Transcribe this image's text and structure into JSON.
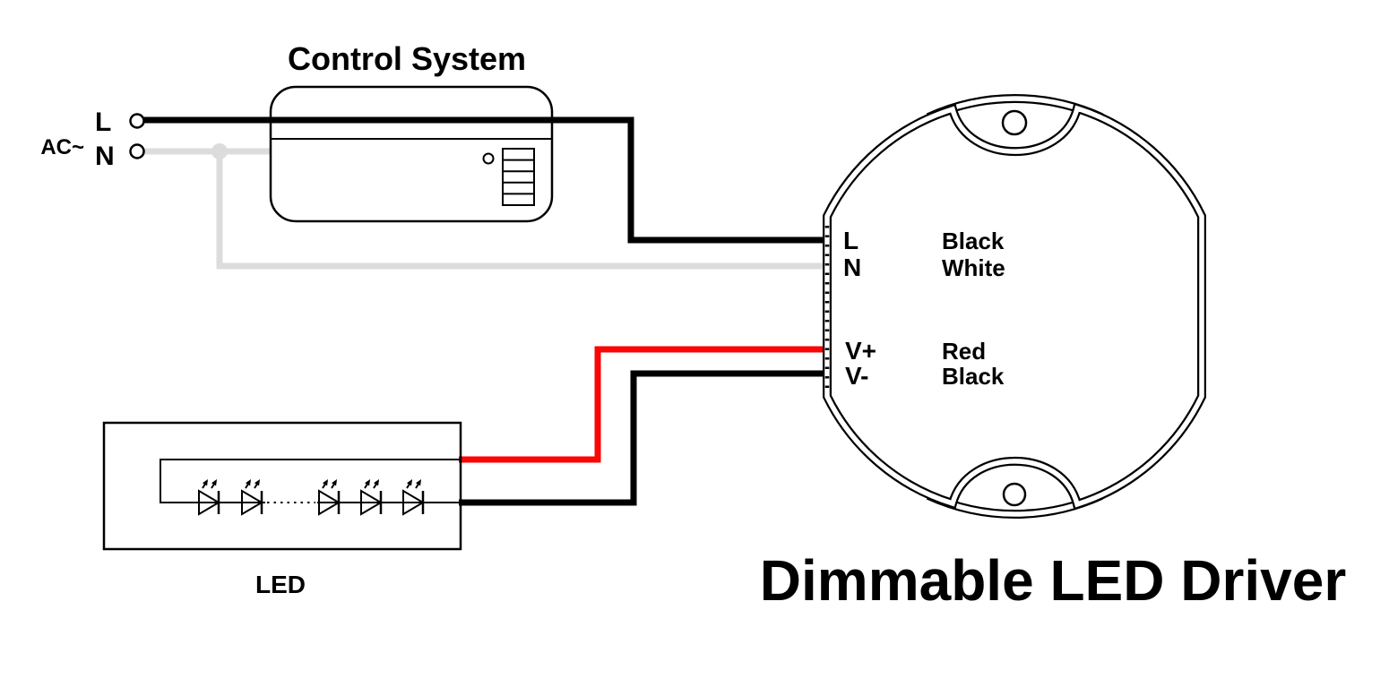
{
  "control_system": {
    "title": "Control System"
  },
  "ac_input": {
    "label": "AC~",
    "live": "L",
    "neutral": "N"
  },
  "driver": {
    "caption": "Dimmable LED Driver",
    "terminals": [
      {
        "pin": "L",
        "wire": "Black"
      },
      {
        "pin": "N",
        "wire": "White"
      },
      {
        "pin": "V+",
        "wire": "Red"
      },
      {
        "pin": "V-",
        "wire": "Black"
      }
    ]
  },
  "led_module": {
    "label": "LED"
  },
  "colors": {
    "wire_black": "#000000",
    "wire_white": "#dcdcdc",
    "wire_red": "#fb0505",
    "label_gray": "#8a8a8a"
  }
}
